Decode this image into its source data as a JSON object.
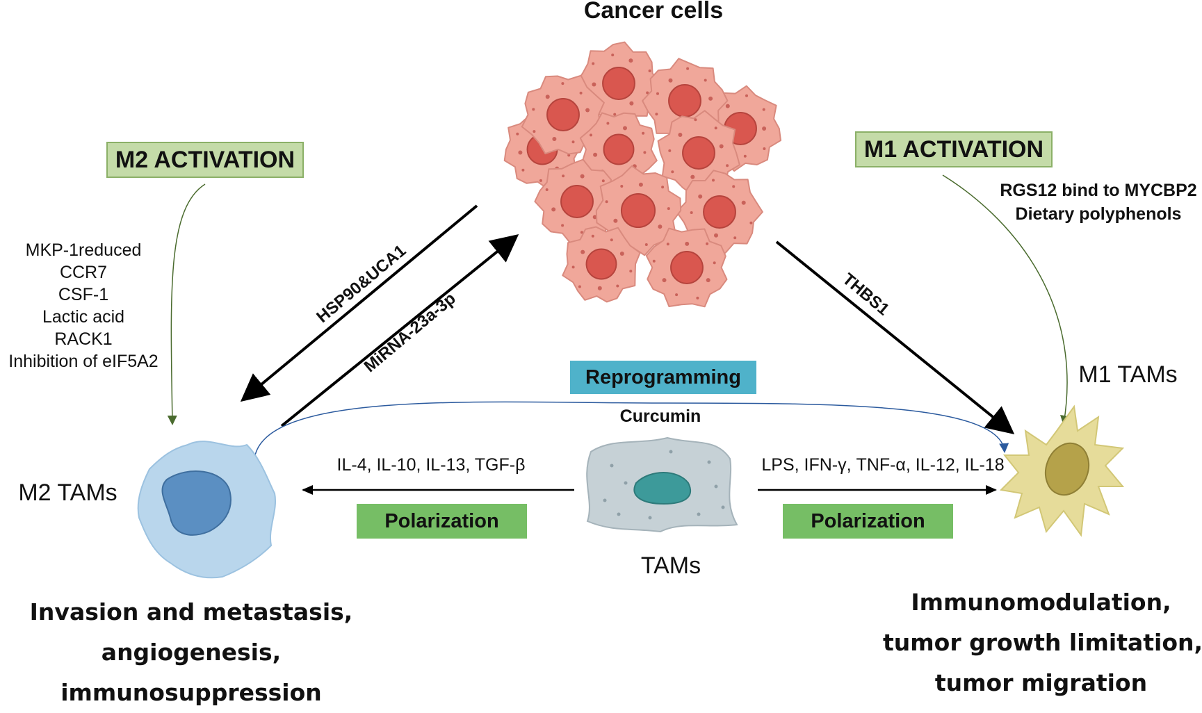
{
  "title": "Cancer cells",
  "m2_activation": {
    "label": "M2 ACTIVATION",
    "factors": [
      "MKP-1reduced",
      "CCR7",
      "CSF-1",
      "Lactic acid",
      "RACK1",
      "Inhibition of eIF5A2"
    ]
  },
  "m1_activation": {
    "label": "M1 ACTIVATION",
    "factors": [
      "RGS12 bind to MYCBP2",
      "Dietary polyphenols"
    ]
  },
  "arrows": {
    "hsp90": "HSP90&UCA1",
    "mirna": "MiRNA-23a-3p",
    "thbs1": "THBS1"
  },
  "reprogramming": "Reprogramming",
  "curcumin": "Curcumin",
  "m2_stimuli": "IL-4, IL-10, IL-13, TGF-β",
  "m1_stimuli": "LPS, IFN-γ, TNF-α, IL-12, IL-18",
  "polarization_left": "Polarization",
  "polarization_right": "Polarization",
  "tams": "TAMs",
  "m2_tams": "M2 TAMs",
  "m1_tams": "M1 TAMs",
  "m2_outcomes": [
    "Invasion and metastasis,",
    "angiogenesis,",
    "immunosuppression"
  ],
  "m1_outcomes": [
    "Immunomodulation,",
    "tumor growth limitation,",
    "tumor migration"
  ],
  "colors": {
    "cancer_cell": "#f0a79a",
    "cancer_nucleus": "#d9574f",
    "m2_cell": "#b9d6ec",
    "m2_nucleus": "#5b8fc2",
    "m1_cell": "#e6dc9a",
    "m1_nucleus": "#b5a24a",
    "tam_cell": "#c6d1d6",
    "tam_nucleus": "#3d9a9a",
    "activation_box": "#c4dba8",
    "polarization_box": "#76be65",
    "reprogramming_box": "#4fb2ca"
  }
}
